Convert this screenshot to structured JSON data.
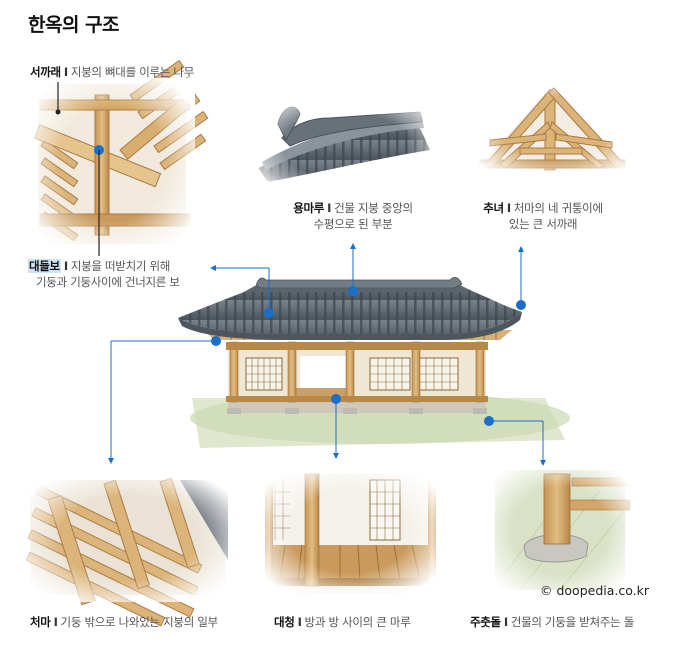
{
  "title": "한옥의 구조",
  "parts": {
    "seokkarae": {
      "name": "서까래",
      "desc": "지붕의 뼈대를 이루는 나무"
    },
    "yongmaru": {
      "name": "용마루",
      "desc1": "건물 지붕 중앙의",
      "desc2": "수평으로 된 부분"
    },
    "chunyeo": {
      "name": "추녀",
      "desc1": "처마의 네 귀퉁이에",
      "desc2": "있는 큰 서까래"
    },
    "daedeulbo": {
      "name": "대들보",
      "desc1": "지붕을 떠받치기 위해",
      "desc2": "기둥과 기둥사이에 건너지른 보"
    },
    "cheoma": {
      "name": "처마",
      "desc": "기둥 밖으로 나와있는 지붕의 일부"
    },
    "daecheong": {
      "name": "대청",
      "desc": "방과 방 사이의 큰 마루"
    },
    "juchutdol": {
      "name": "주춧돌",
      "desc": "건물의 기둥을 받쳐주는 돌"
    }
  },
  "separator": "I",
  "credit": "© doopedia.co.kr",
  "colors": {
    "pointer": "#1a6fc9",
    "wood": "#d4a86a",
    "roof_tile": "#5d6670"
  }
}
